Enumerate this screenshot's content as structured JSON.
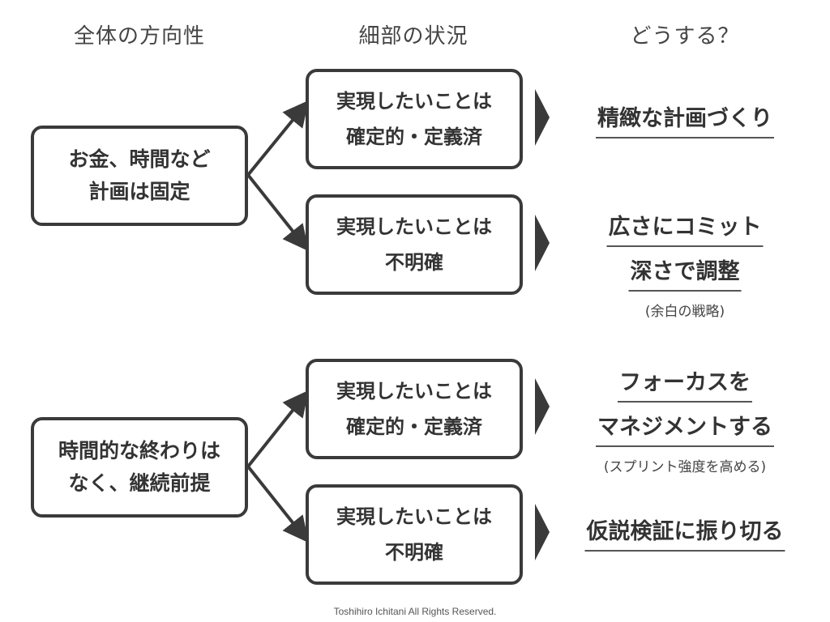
{
  "headers": [
    "全体の方向性",
    "細部の状況",
    "どうする？"
  ],
  "groups": [
    {
      "direction": [
        "お金、時間など",
        "計画は固定"
      ],
      "situations": [
        {
          "lines": [
            "実現したいことは",
            "確定的・定義済"
          ],
          "outcome": [
            "精緻な計画づくり"
          ],
          "note": ""
        },
        {
          "lines": [
            "実現したいことは",
            "不明確"
          ],
          "outcome": [
            "広さにコミット",
            "深さで調整"
          ],
          "note": "(余白の戦略)"
        }
      ]
    },
    {
      "direction": [
        "時間的な終わりは",
        "なく、継続前提"
      ],
      "situations": [
        {
          "lines": [
            "実現したいことは",
            "確定的・定義済"
          ],
          "outcome": [
            "フォーカスを",
            "マネジメントする"
          ],
          "note": "(スプリント強度を高める)"
        },
        {
          "lines": [
            "実現したいことは",
            "不明確"
          ],
          "outcome": [
            "仮説検証に振り切る"
          ],
          "note": ""
        }
      ]
    }
  ],
  "footer": "Toshihiro Ichitani All Rights Reserved.",
  "colors": {
    "border": "#3a3a3a",
    "text": "#333333",
    "arrow": "#3a3a3a"
  }
}
